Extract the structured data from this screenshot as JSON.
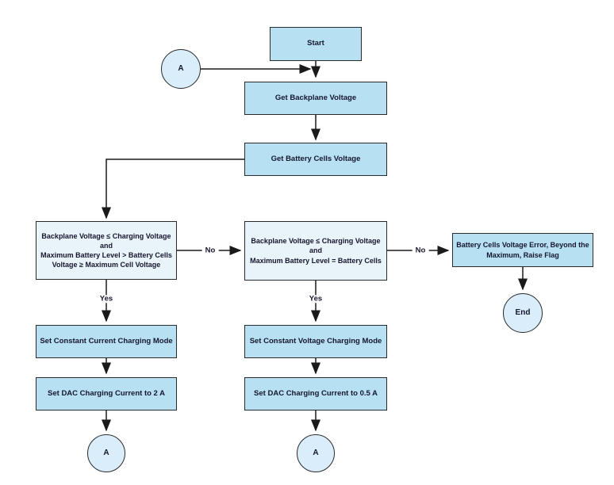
{
  "diagram": {
    "type": "flowchart",
    "colors": {
      "process_fill": "#b7e0f2",
      "decision_fill": "#e9f3fa",
      "connector_fill": "#d9edfb",
      "border": "#2b2b2b",
      "line": "#1a1a1a",
      "text": "#16162e",
      "background": "#ffffff"
    },
    "nodes": {
      "start": {
        "label": "Start"
      },
      "connector_a_top": {
        "label": "A"
      },
      "get_backplane_voltage": {
        "label": "Get Backplane Voltage"
      },
      "get_battery_cells_voltage": {
        "label": "Get Battery Cells Voltage"
      },
      "decision_constant_current": {
        "label": "Backplane Voltage ≤ Charging Voltage\nand\nMaximum Battery Level > Battery Cells\nVoltage ≥ Maximum Cell Voltage"
      },
      "decision_constant_voltage": {
        "label": "Backplane Voltage ≤ Charging Voltage\nand\nMaximum Battery Level = Battery Cells"
      },
      "error_flag": {
        "label": "Battery Cells Voltage Error, Beyond the Maximum, Raise Flag"
      },
      "set_constant_current_mode": {
        "label": "Set Constant Current Charging Mode"
      },
      "set_dac_current_2a": {
        "label": "Set DAC Charging Current to 2 A"
      },
      "set_constant_voltage_mode": {
        "label": "Set Constant Voltage Charging Mode"
      },
      "set_dac_current_05a": {
        "label": "Set DAC Charging Current to 0.5 A"
      },
      "connector_a_bottom_left": {
        "label": "A"
      },
      "connector_a_bottom_middle": {
        "label": "A"
      },
      "end": {
        "label": "End"
      }
    },
    "edge_labels": {
      "no_left": "No",
      "no_right": "No",
      "yes_left": "Yes",
      "yes_middle": "Yes"
    }
  }
}
